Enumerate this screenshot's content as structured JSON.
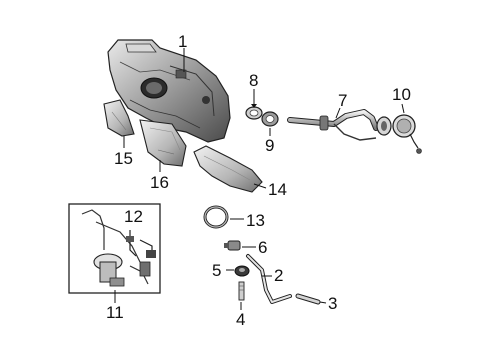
{
  "diagram": {
    "callouts": [
      {
        "id": "1",
        "label": "1",
        "part": "fuel-tank"
      },
      {
        "id": "2",
        "label": "2",
        "part": "vent-tube"
      },
      {
        "id": "3",
        "label": "3",
        "part": "hose"
      },
      {
        "id": "4",
        "label": "4",
        "part": "stud"
      },
      {
        "id": "5",
        "label": "5",
        "part": "grommet"
      },
      {
        "id": "6",
        "label": "6",
        "part": "fitting"
      },
      {
        "id": "7",
        "label": "7",
        "part": "filler-pipe"
      },
      {
        "id": "8",
        "label": "8",
        "part": "seal"
      },
      {
        "id": "9",
        "label": "9",
        "part": "ring"
      },
      {
        "id": "10",
        "label": "10",
        "part": "fuel-cap"
      },
      {
        "id": "11",
        "label": "11",
        "part": "fuel-pump-module"
      },
      {
        "id": "12",
        "label": "12",
        "part": "pump-wiring"
      },
      {
        "id": "13",
        "label": "13",
        "part": "lock-ring"
      },
      {
        "id": "14",
        "label": "14",
        "part": "heat-shield"
      },
      {
        "id": "15",
        "label": "15",
        "part": "shield-left"
      },
      {
        "id": "16",
        "label": "16",
        "part": "shield-center"
      }
    ]
  }
}
